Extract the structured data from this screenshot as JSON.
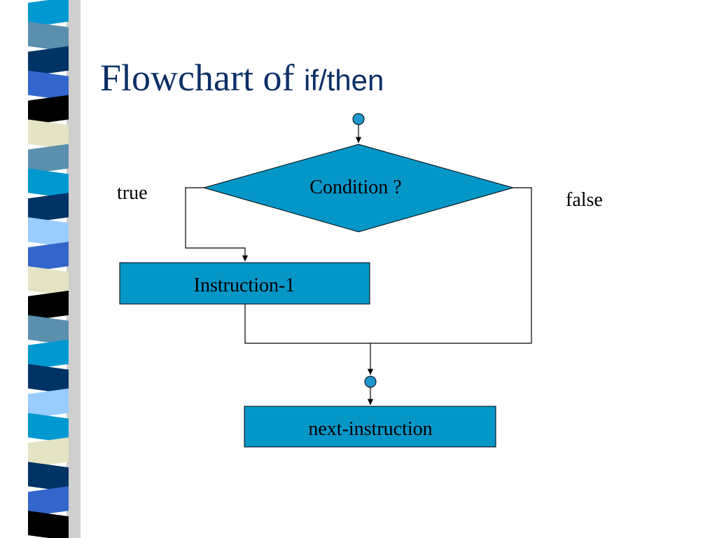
{
  "title": {
    "part1": "Flowchart of ",
    "part2": "if/then"
  },
  "flowchart": {
    "condition_label": "Condition ?",
    "true_label": "true",
    "false_label": "false",
    "instruction_label": "Instruction-1",
    "next_label": "next-instruction"
  },
  "colors": {
    "title": "#0b2f66",
    "shape_fill": "#0596c8",
    "connector_fill": "#1f96cc",
    "line": "#000000"
  },
  "decor_stripes": [
    "#0098d0",
    "#5a8fae",
    "#003366",
    "#3366cc",
    "#000000",
    "#e4e4c4",
    "#5a8fae",
    "#0098d0",
    "#003366",
    "#99ccff",
    "#3366cc",
    "#e4e4c4",
    "#000000",
    "#5a8fae",
    "#0098d0",
    "#003366",
    "#99ccff",
    "#0098d0",
    "#e4e4c4",
    "#003366",
    "#3366cc",
    "#000000"
  ]
}
